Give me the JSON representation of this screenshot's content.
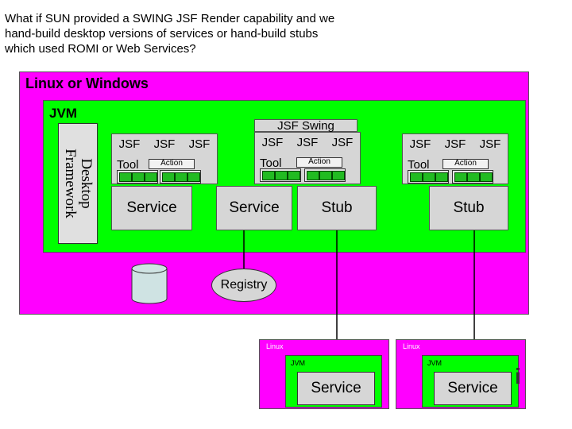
{
  "question": "What if SUN provided a SWING JSF Render capability and we hand-build desktop versions of services or hand-build stubs which used ROMI or Web Services?",
  "outer_host_label": "Linux or Windows",
  "jvm_label": "JVM",
  "desktop_framework": {
    "line1": "Desktop",
    "line2": "Framework"
  },
  "jsf_swing_label": "JSF Swing",
  "panels": [
    {
      "jsf": [
        "JSF",
        "JSF",
        "JSF"
      ],
      "tool": "Tool",
      "action": "Action",
      "bottom": "Service"
    },
    {
      "jsf": [
        "JSF",
        "JSF",
        "JSF"
      ],
      "tool": "Tool",
      "action": "Action",
      "bottom": "Service"
    },
    {
      "jsf": [
        "JSF",
        "JSF",
        "JSF"
      ],
      "tool": "Tool",
      "action": "Action",
      "bottom": "Stub"
    }
  ],
  "stub_right": "Stub",
  "registry": "Registry",
  "remote_hosts": [
    {
      "os": "Linux",
      "jvm": "JVM",
      "service": "Service"
    },
    {
      "os": "Linux",
      "jvm": "JVM",
      "service": "Service"
    }
  ],
  "trailing_glyph": "i",
  "colors": {
    "host": "#ff00ff",
    "jvm": "#00ff00",
    "box": "#d6d6d6",
    "database": "#cfe3e3"
  }
}
